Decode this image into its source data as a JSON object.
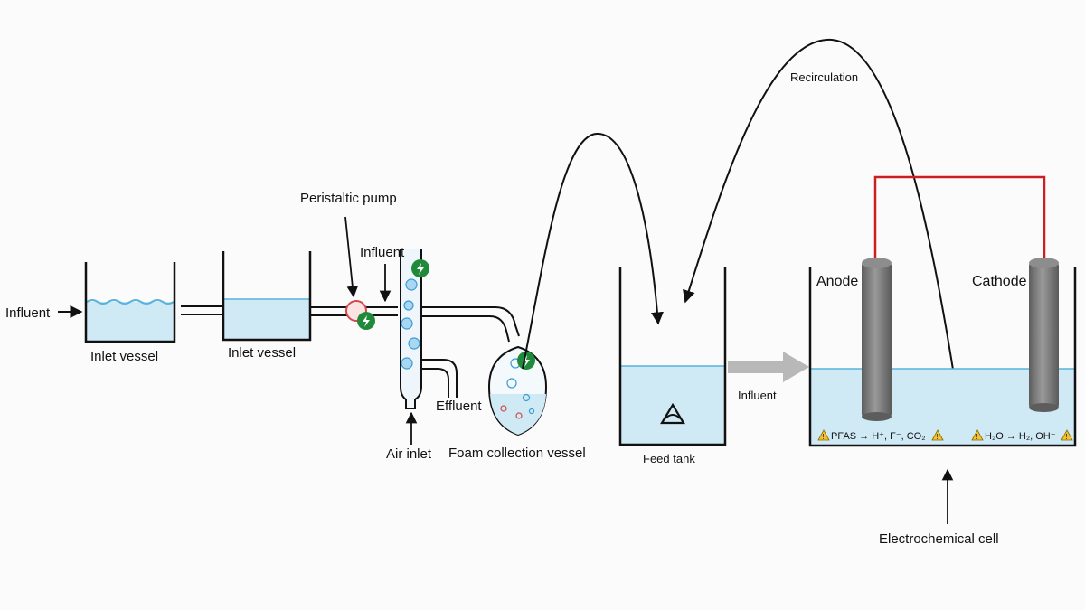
{
  "labels": {
    "influent_in": "Influent",
    "inlet_vessel_1": "Inlet vessel",
    "inlet_vessel_2": "Inlet vessel",
    "peristaltic_pump": "Peristaltic pump",
    "influent_column": "Influent",
    "effluent": "Effluent",
    "air_inlet": "Air inlet",
    "foam_collection_vessel": "Foam collection vessel",
    "feed_tank": "Feed tank",
    "influent_cell": "Influent",
    "recirculation": "Recirculation",
    "anode": "Anode",
    "cathode": "Cathode",
    "anode_reaction": "PFAS → H⁺, F⁻, CO₂",
    "cathode_reaction": "H₂O → H₂, OH⁻",
    "electrochemical_cell": "Electrochemical cell"
  },
  "colors": {
    "water": "#cfe9f5",
    "water_line": "#58b4dc",
    "electrode": "#777777",
    "wire": "#cc1f1f",
    "badge": "#1f8a3a",
    "warning": "#f2c230",
    "flow_arrow": "#b8b8b8"
  },
  "icons": {
    "pump": "pump-icon",
    "badge": "lightning-badge-icon",
    "warning": "warning-triangle-icon",
    "feed_tank_symbol": "eye-triangle-icon"
  }
}
